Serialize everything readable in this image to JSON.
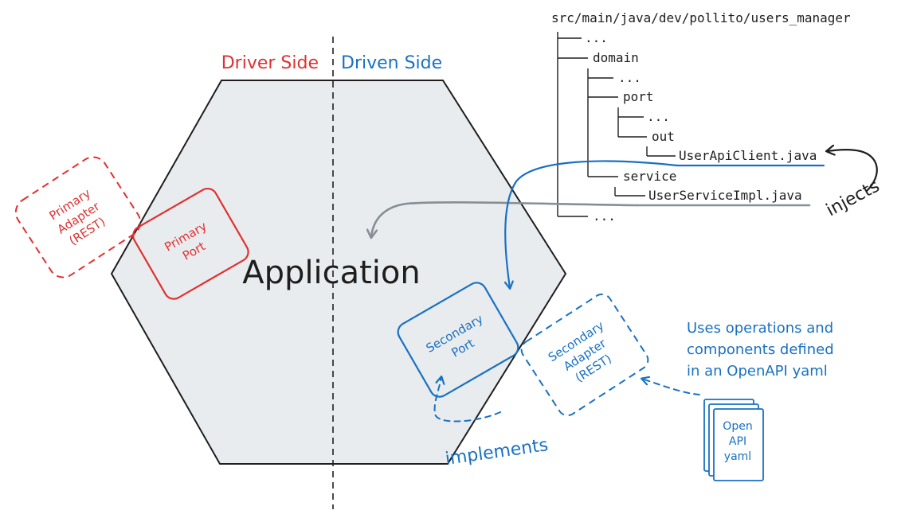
{
  "colors": {
    "red": "#e03131",
    "blue": "#1971c2",
    "black": "#1e1e1e",
    "gray": "#868e96",
    "hex_fill": "#e9ecef"
  },
  "labels": {
    "driver_side": "Driver Side",
    "driven_side": "Driven Side",
    "application": "Application",
    "primary_port": [
      "Primary",
      "Port"
    ],
    "primary_adapter": [
      "Primary",
      "Adapter",
      "(REST)"
    ],
    "secondary_port": [
      "Secondary",
      "Port"
    ],
    "secondary_adapter": [
      "Secondary",
      "Adapter",
      "(REST)"
    ],
    "injects": "injects",
    "implements": "implements",
    "openapi_note": [
      "Uses operations and",
      "components defined",
      "in an OpenAPI yaml"
    ],
    "openapi_doc": [
      "Open",
      "API",
      "yaml"
    ]
  },
  "file_tree": {
    "root": "src/main/java/dev/pollito/users_manager",
    "ellipsis_1": "...",
    "domain": "domain",
    "ellipsis_2": "...",
    "port": "port",
    "ellipsis_3": "...",
    "out": "out",
    "user_api_client": "UserApiClient.java",
    "service": "service",
    "user_service_impl": "UserServiceImpl.java",
    "ellipsis_4": "..."
  },
  "icons": {
    "document_stack": "document-stack-icon"
  }
}
